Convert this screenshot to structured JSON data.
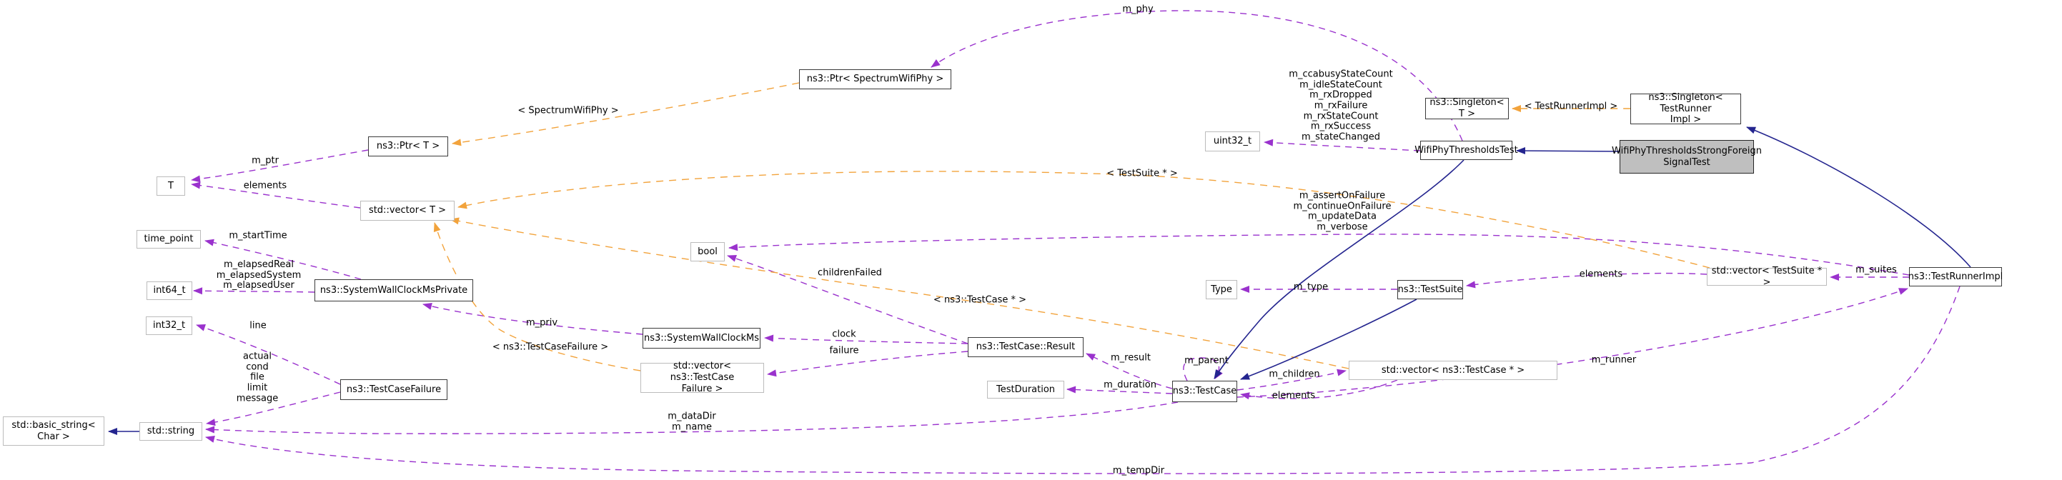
{
  "diagram": {
    "type": "doxygen-collaboration-graph",
    "main_class": "WifiPhyThresholdsStrongForeignSignalTest",
    "colors": {
      "usage_edge": "#9a32cd",
      "template_edge": "#f2a33c",
      "inheritance_edge": "#24258f",
      "main_node_fill": "#bfbfbf",
      "node_border_documented": "#3b3b3b",
      "node_border_external": "#bcbcbc"
    },
    "nodes": {
      "ptr_spectrumwifiphy": {
        "label": "ns3::Ptr< SpectrumWifiPhy >"
      },
      "ptr_t": {
        "label": "ns3::Ptr< T >"
      },
      "t": {
        "label": "T"
      },
      "vector_t": {
        "label": "std::vector< T >"
      },
      "time_point": {
        "label": "time_point"
      },
      "int64_t": {
        "label": "int64_t"
      },
      "system_wall_clock_ms_private": {
        "label": "ns3::SystemWallClockMsPrivate"
      },
      "int32_t": {
        "label": "int32_t"
      },
      "test_case_failure": {
        "label": "ns3::TestCaseFailure"
      },
      "basic_string": {
        "label": "std::basic_string<\nChar >"
      },
      "std_string": {
        "label": "std::string"
      },
      "system_wall_clock_ms": {
        "label": "ns3::SystemWallClockMs"
      },
      "vector_test_case_failure": {
        "label": "std::vector< ns3::TestCase\nFailure >"
      },
      "bool": {
        "label": "bool"
      },
      "test_case_result": {
        "label": "ns3::TestCase::Result"
      },
      "test_duration": {
        "label": "TestDuration"
      },
      "test_case": {
        "label": "ns3::TestCase"
      },
      "type": {
        "label": "Type"
      },
      "test_suite": {
        "label": "ns3::TestSuite"
      },
      "vector_test_case_ptr": {
        "label": "std::vector< ns3::TestCase * >"
      },
      "vector_test_suite_ptr": {
        "label": "std::vector< TestSuite * >"
      },
      "test_runner_impl": {
        "label": "ns3::TestRunnerImpl"
      },
      "uint32_t": {
        "label": "uint32_t"
      },
      "singleton_t": {
        "label": "ns3::Singleton< T >"
      },
      "singleton_test_runner_impl": {
        "label": "ns3::Singleton< TestRunner\nImpl >"
      },
      "wifi_phy_thresholds_test": {
        "label": "WifiPhyThresholdsTest"
      },
      "main": {
        "label": "WifiPhyThresholdsStrongForeign\nSignalTest"
      }
    },
    "edge_labels": {
      "m_phy": "m_phy",
      "tpl_spectrum": "< SpectrumWifiPhy >",
      "m_ptr": "m_ptr",
      "elements_t": "elements",
      "tpl_tri": "< TestRunnerImpl >",
      "counters": "m_ccabusyStateCount\nm_idleStateCount\nm_rxDropped\nm_rxFailure\nm_rxStateCount\nm_rxSuccess\nm_stateChanged",
      "tpl_suite": "< TestSuite * >",
      "flags": "m_assertOnFailure\nm_continueOnFailure\nm_updateData\nm_verbose",
      "m_start_time": "m_startTime",
      "elapsed": "m_elapsedReal\nm_elapsedSystem\nm_elapsedUser",
      "children_failed": "childrenFailed",
      "tpl_case": "< ns3::TestCase * >",
      "m_type": "m_type",
      "elements_suite": "elements",
      "m_suites": "m_suites",
      "line": "line",
      "m_priv": "m_priv",
      "tpl_casefailure": "< ns3::TestCaseFailure >",
      "clock": "clock",
      "failure": "failure",
      "m_result": "m_result",
      "m_parent": "m_parent",
      "m_duration": "m_duration",
      "m_children": "m_children",
      "elements_case": "elements",
      "m_runner": "m_runner",
      "failure_fields": "actual\ncond\nfile\nlimit\nmessage",
      "name_fields": "m_dataDir\nm_name",
      "m_temp_dir": "m_tempDir"
    }
  }
}
